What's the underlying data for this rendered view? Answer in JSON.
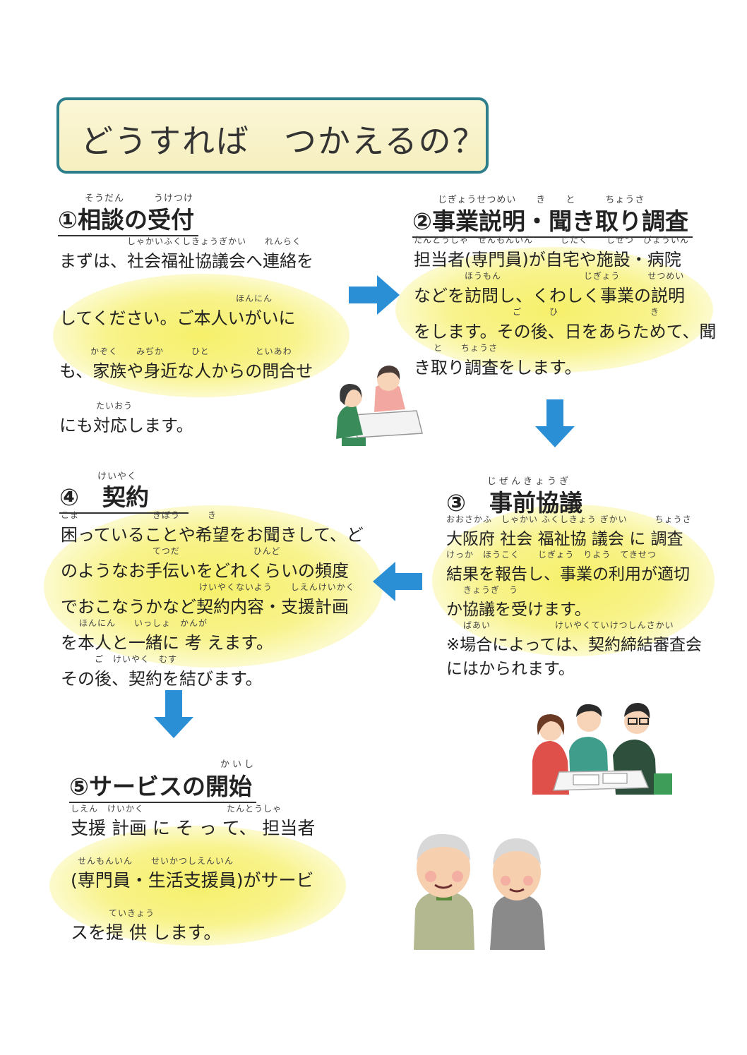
{
  "title": "どうすれば　つかえるの？",
  "steps": {
    "s1": {
      "title": "①相談の受付",
      "title_ruby": "そうだん　　　うけつけ",
      "lines": [
        {
          "ruby": "しゃかいふくしきょうぎかい　　れんらく",
          "text": "まずは、社会福祉協議会へ連絡を"
        },
        {
          "ruby": "ほんにん",
          "text": "してください。ご本人いがいに"
        },
        {
          "ruby": "かぞく　　みぢか　　　ひと　　　　　といあわ",
          "text": "も、家族や身近な人からの問合せ"
        },
        {
          "ruby": "たいおう",
          "text": "にも対応します。"
        }
      ]
    },
    "s2": {
      "title": "②事業説明・聞き取り調査",
      "title_ruby": "じぎょうせつめい　　き　　と　　　ちょうさ",
      "lines": [
        {
          "ruby": "たんとうしゃ　せんもんいん　　　じたく　　しせつ　びょういん",
          "text": "担当者(専門員)が自宅や施設・病院"
        },
        {
          "ruby": "ほうもん　　　　　　　　　じぎょう　　　せつめい",
          "text": "などを訪問し、くわしく事業の説明"
        },
        {
          "ruby": "ご　　　ひ　　　　　　　　　　き",
          "text": "をします。その後、日をあらためて、聞"
        },
        {
          "ruby": "と　　ちょうさ",
          "text": "き取り調査をします。"
        }
      ]
    },
    "s3": {
      "title": "③　事前協議",
      "title_ruby": "じぜんきょうぎ",
      "lines": [
        {
          "ruby": "おおさかふ　しゃかい ふくしきょう ぎかい　　　ちょうさ",
          "text": "大阪府 社会 福祉協 議会 に 調査"
        },
        {
          "ruby": "けっか　ほうこく　　じぎょう　りよう　てきせつ",
          "text": "結果を報告し、事業の利用が適切"
        },
        {
          "ruby": "きょうぎ　う",
          "text": "か協議を受けます。"
        },
        {
          "ruby": "ばあい　　　　　　　けいやくていけつしんさかい",
          "text": "※場合によっては、契約締結審査会"
        },
        {
          "ruby": "",
          "text": "にはかられます。"
        }
      ]
    },
    "s4": {
      "title": "④　契約",
      "title_ruby": "けいやく",
      "lines": [
        {
          "ruby": "こま　　　　　　　　きぼう　　　き",
          "text": "困っていることや希望をお聞きして、ど"
        },
        {
          "ruby": "てつだ　　　　　　　　ひんど",
          "text": "のようなお手伝いをどれくらいの頻度"
        },
        {
          "ruby": "けいやくないよう　　しえんけいかく",
          "text": "でおこなうかなど契約内容・支援計画"
        },
        {
          "ruby": "ほんにん　　いっしょ　かんが",
          "text": "を本人と一緒に 考 えます。"
        },
        {
          "ruby": "ご　けいやく　むす",
          "text": "その後、契約を結びます。"
        }
      ]
    },
    "s5": {
      "title": "⑤サービスの開始",
      "title_ruby": "かいし",
      "lines": [
        {
          "ruby": "しえん　けいかく　　　　　　　　　たんとうしゃ",
          "text": "支援 計画 に そ っ て、 担当者"
        },
        {
          "ruby": "せんもんいん　　せいかつしえんいん",
          "text": "(専門員・生活支援員)がサービ"
        },
        {
          "ruby": "ていきょう",
          "text": "スを提 供 します。"
        }
      ]
    }
  },
  "colors": {
    "arrow": "#2b8fd6",
    "highlight": "#f6f06a",
    "title_border": "#2e7f8c"
  },
  "icons": [
    "arrow-right-icon",
    "arrow-down-icon",
    "arrow-left-icon",
    "arrow-down-icon"
  ]
}
